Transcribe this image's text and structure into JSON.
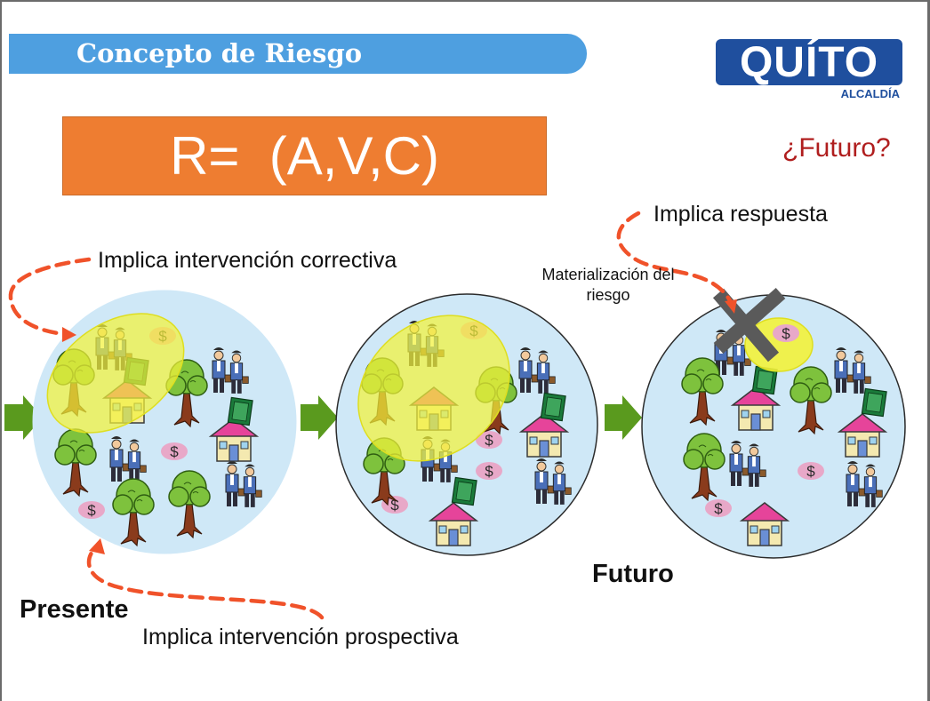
{
  "slide": {
    "title": "Concepto de Riesgo",
    "logo": {
      "word": "QUÍTO",
      "subtext": "ALCALDÍA"
    },
    "formula": "R=  (A,V,C)",
    "future_question": "¿Futuro?",
    "labels": {
      "corrective": "Implica intervención correctiva",
      "response": "Implica respuesta",
      "materialization": "Materialización del riesgo",
      "futuro": "Futuro",
      "presente": "Presente",
      "prospective": "Implica intervención prospectiva"
    }
  },
  "colors": {
    "title_bar": "#4e9fe0",
    "formula_box": "#ee7d31",
    "circle_fill": "#cfe8f7",
    "highlight": "#f2f23a",
    "arrow": "#5a9a1e",
    "dashed_arrow": "#f0522a",
    "logo_blue": "#1f4f9e"
  },
  "icons": [
    "tree-icon",
    "house-icon",
    "people-icon",
    "dollar-icon",
    "money-bill-icon",
    "cross-icon"
  ]
}
